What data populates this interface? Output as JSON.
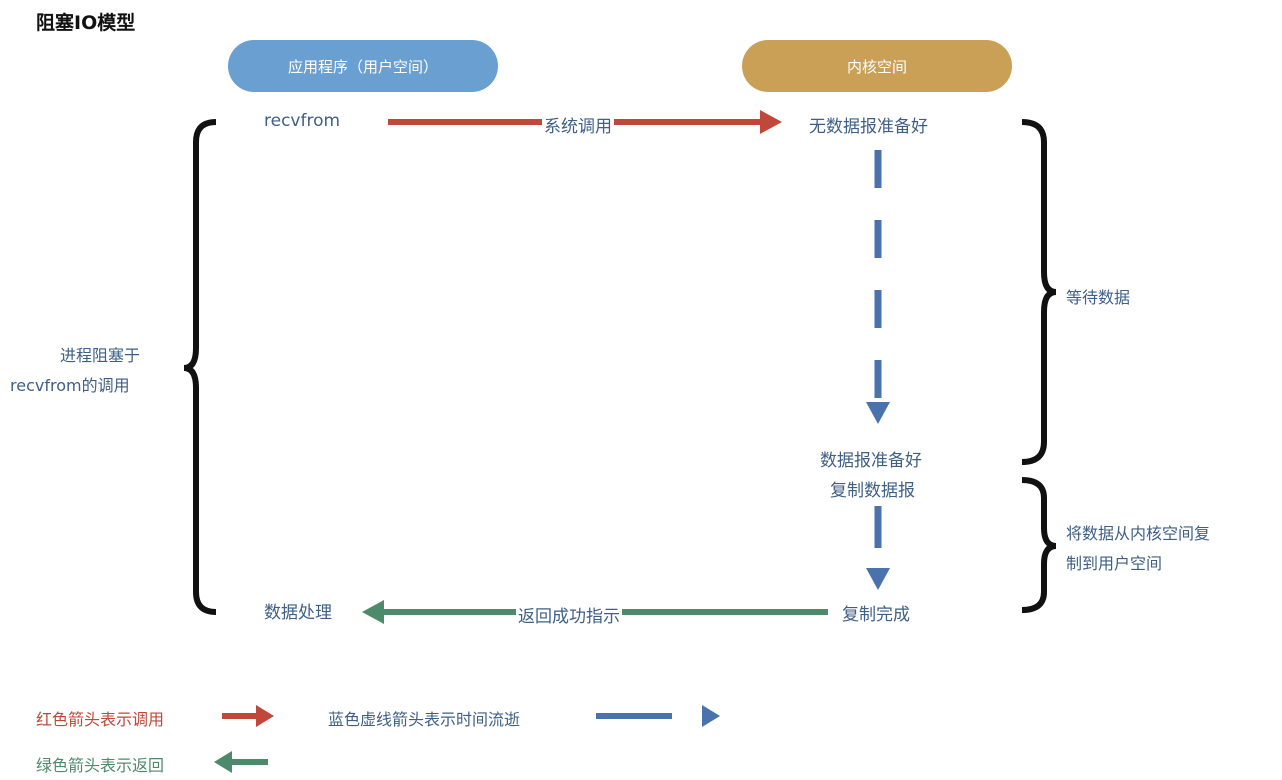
{
  "title": "阻塞IO模型",
  "columns": {
    "app": "应用程序（用户空间）",
    "kernel": "内核空间"
  },
  "app_side": {
    "recvfrom": "recvfrom",
    "process_data": "数据处理",
    "blocked_label_line1": "进程阻塞于",
    "blocked_label_line2": "recvfrom的调用"
  },
  "kernel_side": {
    "no_data": "无数据报准备好",
    "data_ready": "数据报准备好",
    "copy_data": "复制数据报",
    "copy_done": "复制完成"
  },
  "arrows": {
    "syscall": "系统调用",
    "return_ok": "返回成功指示"
  },
  "phases": {
    "wait": "等待数据",
    "copy_line1": "将数据从内核空间复",
    "copy_line2": "制到用户空间"
  },
  "legend": {
    "red": "红色箭头表示调用",
    "blue": "蓝色虚线箭头表示时间流逝",
    "green": "绿色箭头表示返回"
  },
  "colors": {
    "red_arrow": "#c0473a",
    "blue_dashed": "#4a72ad",
    "green_arrow": "#4d8a6c",
    "app_pill": "#6a9fd2",
    "kernel_pill": "#c9a055"
  }
}
